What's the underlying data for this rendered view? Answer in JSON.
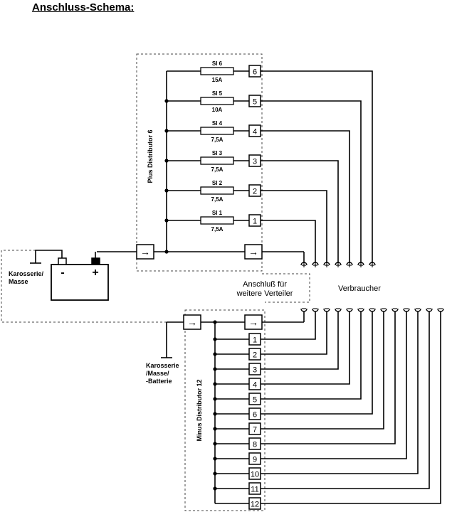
{
  "title": "Anschluss-Schema:",
  "labels": {
    "plus_distributor": "Plus Distributor 6",
    "minus_distributor": "Minus Distributor 12",
    "karosserie_masse": [
      "Karosserie/",
      "Masse"
    ],
    "karosserie_masse_batterie": [
      "Karosserie",
      "/Masse/",
      "-Batterie"
    ],
    "anschluss": [
      "Anschluß für",
      "weitere Verteiler"
    ],
    "verbraucher": "Verbraucher",
    "battery_minus": "-",
    "battery_plus": "+",
    "arrow_glyph": "→"
  },
  "fuses": [
    {
      "terminal": "6",
      "name": "SI 6",
      "rating": "15A"
    },
    {
      "terminal": "5",
      "name": "SI 5",
      "rating": "10A"
    },
    {
      "terminal": "4",
      "name": "SI 4",
      "rating": "7,5A"
    },
    {
      "terminal": "3",
      "name": "SI 3",
      "rating": "7,5A"
    },
    {
      "terminal": "2",
      "name": "SI 2",
      "rating": "7,5A"
    },
    {
      "terminal": "1",
      "name": "SI 1",
      "rating": "7,5A"
    }
  ],
  "minus_terminals": [
    "1",
    "2",
    "3",
    "4",
    "5",
    "6",
    "7",
    "8",
    "9",
    "10",
    "11",
    "12"
  ],
  "colors": {
    "line": "#000000",
    "dashed": "#444444",
    "box_fill": "#ffffff"
  }
}
